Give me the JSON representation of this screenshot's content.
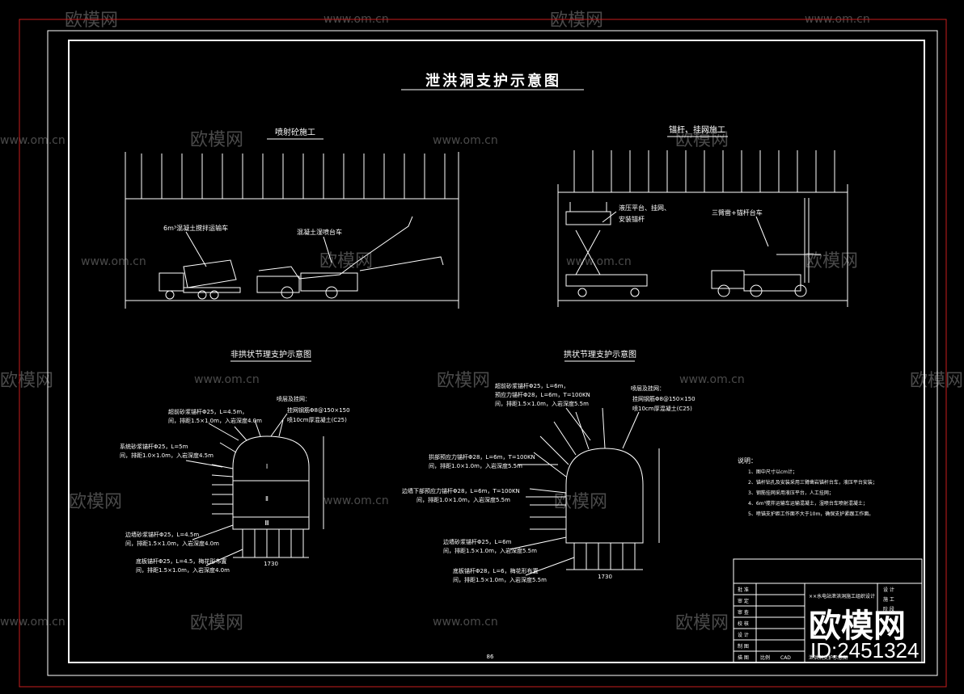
{
  "drawing": {
    "title": "泄洪洞支护示意图",
    "page_number": "86",
    "top_left_view": {
      "title": "喷射砼施工",
      "labels": [
        "6m³混凝土搅拌运输车",
        "混凝土湿喷台车"
      ]
    },
    "top_right_view": {
      "title": "锚杆、挂网施工",
      "labels": [
        "液压平台、挂网、",
        "安装锚杆",
        "三臂凿+锚杆台车"
      ]
    },
    "bottom_left_view": {
      "title": "非拱状节理支护示意图",
      "labels": [
        "超前砂浆锚杆Φ25，L=4.5m，",
        "间，排距1.5×1.0m，入岩深度4.0m",
        "系统砂浆锚杆Φ25，L=5m",
        "间，排距1.0×1.0m，入岩深度4.5m",
        "边墙砂浆锚杆Φ25，L=4.5m",
        "间，排距1.5×1.0m，入岩深度4.0m",
        "底板锚杆Φ25，L=4.5，梅花形布置",
        "间，排距1.5×1.0m，入岩深度4.0m",
        "喷层及挂网：",
        "挂网钢筋Φ8@150×150",
        "喷10cm厚混凝土(C25)"
      ],
      "sections": [
        "Ⅰ",
        "Ⅱ",
        "Ⅲ"
      ],
      "width_dim": "1730"
    },
    "bottom_right_view": {
      "title": "拱状节理支护示意图",
      "labels": [
        "超前砂浆锚杆Φ25，L=6m，",
        "预应力锚杆Φ28，L=6m，T=100KN",
        "间，排距1.5×1.0m，入岩深度5.5m",
        "拱部预应力锚杆Φ28，L=6m，T=100KN",
        "间，排距1.0×1.0m，入岩深度5.5m",
        "边墙下部预应力锚杆Φ28，L=6m，T=100KN",
        "间，排距1.0×1.0m，入岩深度5.5m",
        "边墙砂浆锚杆Φ25，L=6m",
        "间，排距1.5×1.0m，入岩深度5.5m",
        "底板锚杆Φ28，L=6，梅花形布置",
        "间，排距1.5×1.0m，入岩深度5.5m",
        "喷层及挂网：",
        "挂网钢筋Φ8@150×150",
        "喷10cm厚混凝土(C25)"
      ],
      "width_dim": "1730"
    },
    "notes": {
      "heading": "说明：",
      "items": [
        "1、图中尺寸以cm计；",
        "2、锚杆钻孔及安装采用三臂凿岩锚杆台车，液压平台安装；",
        "3、钢筋挂网采用液压平台，人工挂网；",
        "4、6m³搅拌运输车运输混凝土，湿喷台车喷射混凝土；",
        "5、喷锚支护距工作面不大于10m，确保支护紧跟工作面。"
      ]
    },
    "title_block": {
      "left_labels": [
        "批 准",
        "审 定",
        "审 查",
        "校 核",
        "设 计",
        "制 图",
        "描 图"
      ],
      "scale_label": "比例",
      "scale_value": "CAD",
      "project": "××水电站泄洪洞施工组织设计",
      "right_labels": [
        "设 计",
        "施 工",
        "阶 段"
      ],
      "drawing_no": "泄洪洞支护示意图"
    }
  },
  "watermark": {
    "brand": "欧模网",
    "site": "www.om.cn",
    "id_text": "ID:2451324"
  },
  "colors": {
    "background": "#000000",
    "line": "#ffffff",
    "outer_border": "#c81e1e",
    "watermark": "#4a4a4a"
  }
}
